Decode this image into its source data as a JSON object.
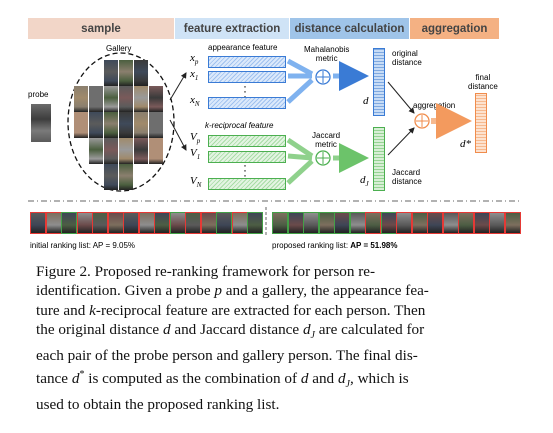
{
  "headers": {
    "sample": "sample",
    "feature_extraction": "feature extraction",
    "distance_calculation": "distance calculation",
    "aggregation": "aggregation"
  },
  "header_colors": {
    "sample": "#f2d6c8",
    "feature_extraction": "#cfe3f6",
    "distance_calculation": "#9fc4e9",
    "aggregation": "#f4b183"
  },
  "labels": {
    "gallery": "Gallery",
    "probe": "probe",
    "appearance_feature": "appearance feature",
    "kreciprocal_feature": "k-reciprocal feature",
    "mahalanobis_metric": [
      "Mahalanobis",
      "metric"
    ],
    "jaccard_metric": [
      "Jaccard",
      "metric"
    ],
    "original_distance": [
      "original",
      "distance"
    ],
    "jaccard_distance": [
      "Jaccard",
      "distance"
    ],
    "aggregation": "aggregation",
    "final_distance": [
      "final",
      "distance"
    ],
    "d": "d",
    "dj": "d",
    "dj_sub": "J",
    "dstar": "d*",
    "xp": "x",
    "xp_sub": "p",
    "x1": "x",
    "x1_sub": "1",
    "xn": "x",
    "xn_sub": "N",
    "vp": "V",
    "vp_sub": "p",
    "v1": "V",
    "v1_sub": "1",
    "vn": "V",
    "vn_sub": "N"
  },
  "ranking": {
    "initial_text": "initial ranking list: AP = 9.05%",
    "proposed_prefix": "proposed ranking list: ",
    "proposed_value": "AP = 51.98%",
    "initial": [
      "bad",
      "bad",
      "good",
      "bad",
      "bad",
      "bad",
      "bad",
      "bad",
      "bad",
      "good",
      "bad",
      "bad",
      "good",
      "bad",
      "good"
    ],
    "proposed": [
      "good",
      "good",
      "good",
      "good",
      "good",
      "good",
      "bad",
      "good",
      "bad",
      "bad",
      "bad",
      "bad",
      "bad",
      "bad",
      "bad",
      "bad"
    ]
  },
  "caption": {
    "lines": [
      "Figure 2. Proposed re-ranking framework for person re-",
      "identification. Given a probe p and a gallery, the appearance fea-",
      "ture and k-reciprocal feature are extracted for each person. Then",
      "the original distance d and Jaccard distance dJ are calculated for",
      "each pair of the probe person and gallery person. The final dis-",
      "tance d* is computed as the combination of d and dJ, which is",
      "used to obtain the proposed ranking list."
    ]
  }
}
